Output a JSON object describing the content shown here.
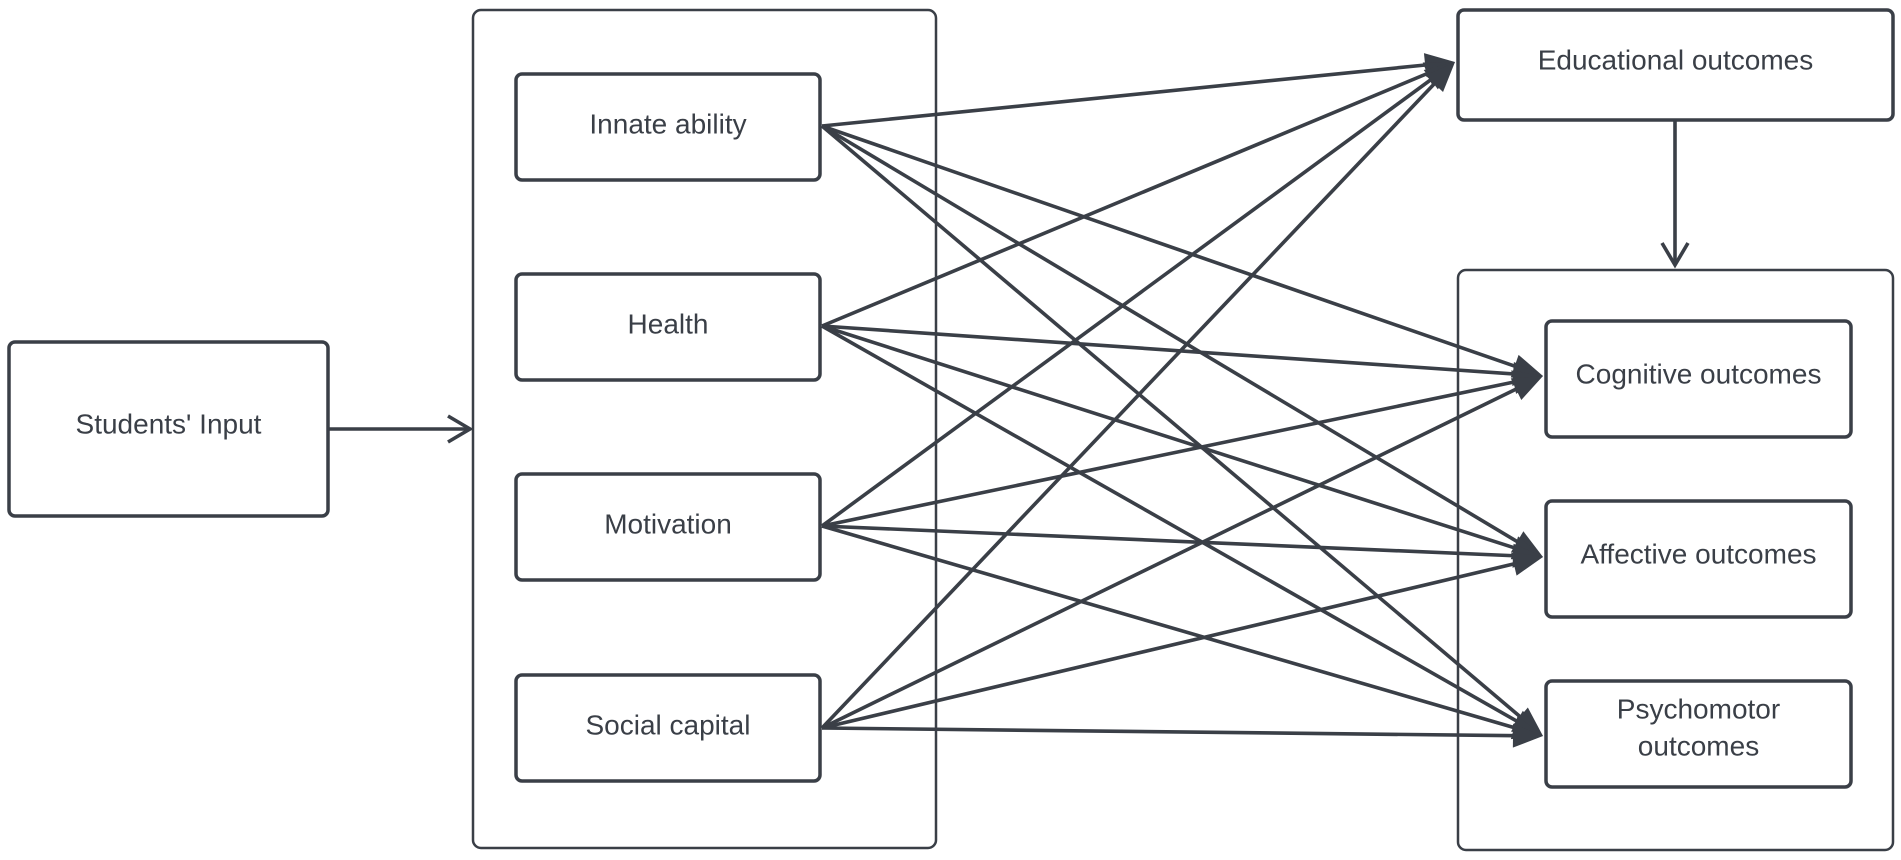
{
  "nodes": {
    "students_input": "Students' Input",
    "innate_ability": "Innate ability",
    "health": "Health",
    "motivation": "Motivation",
    "social_capital": "Social capital",
    "educational_outcomes": "Educational outcomes",
    "cognitive_outcomes": "Cognitive outcomes",
    "affective_outcomes": "Affective outcomes",
    "psychomotor_outcomes_line1": "Psychomotor",
    "psychomotor_outcomes_line2": "outcomes"
  },
  "edges": [
    {
      "from": "students_input",
      "to": "input_factors_group"
    },
    {
      "from": "educational_outcomes",
      "to": "outcomes_group"
    },
    {
      "from": "innate_ability",
      "to": "educational_outcomes"
    },
    {
      "from": "innate_ability",
      "to": "cognitive_outcomes"
    },
    {
      "from": "innate_ability",
      "to": "affective_outcomes"
    },
    {
      "from": "innate_ability",
      "to": "psychomotor_outcomes"
    },
    {
      "from": "health",
      "to": "educational_outcomes"
    },
    {
      "from": "health",
      "to": "cognitive_outcomes"
    },
    {
      "from": "health",
      "to": "affective_outcomes"
    },
    {
      "from": "health",
      "to": "psychomotor_outcomes"
    },
    {
      "from": "motivation",
      "to": "educational_outcomes"
    },
    {
      "from": "motivation",
      "to": "cognitive_outcomes"
    },
    {
      "from": "motivation",
      "to": "affective_outcomes"
    },
    {
      "from": "motivation",
      "to": "psychomotor_outcomes"
    },
    {
      "from": "social_capital",
      "to": "educational_outcomes"
    },
    {
      "from": "social_capital",
      "to": "cognitive_outcomes"
    },
    {
      "from": "social_capital",
      "to": "affective_outcomes"
    },
    {
      "from": "social_capital",
      "to": "psychomotor_outcomes"
    }
  ],
  "colors": {
    "stroke": "#3a3f47",
    "text": "#3a3f47",
    "background": "#ffffff"
  }
}
